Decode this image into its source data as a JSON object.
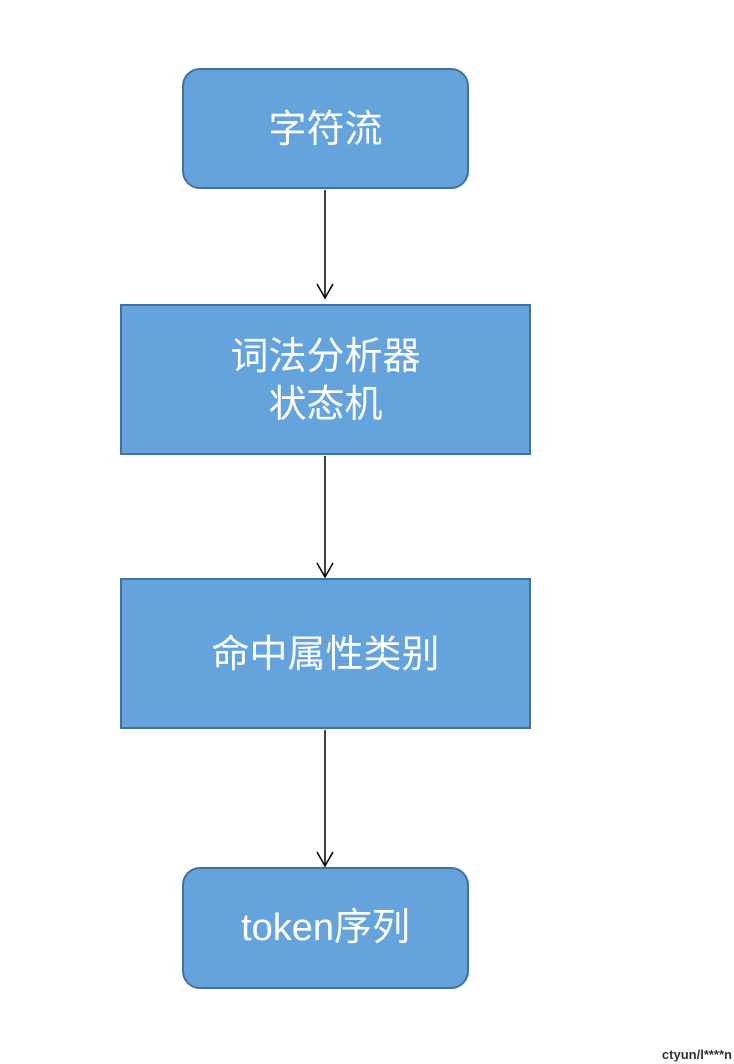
{
  "nodes": [
    {
      "id": "char-stream",
      "lines": [
        "字符流"
      ]
    },
    {
      "id": "lexer",
      "lines": [
        "词法分析器",
        "状态机"
      ]
    },
    {
      "id": "match-attr",
      "lines": [
        "命中属性类别"
      ]
    },
    {
      "id": "token-seq",
      "lines": [
        "token序列"
      ]
    }
  ],
  "edges": [
    {
      "from": "char-stream",
      "to": "lexer"
    },
    {
      "from": "lexer",
      "to": "match-attr"
    },
    {
      "from": "match-attr",
      "to": "token-seq"
    }
  ],
  "colors": {
    "node_fill": "#65a3dd",
    "node_border": "#41719c",
    "node_text": "#ffffff",
    "arrow": "#000000"
  },
  "watermark": "ctyun/l****n"
}
